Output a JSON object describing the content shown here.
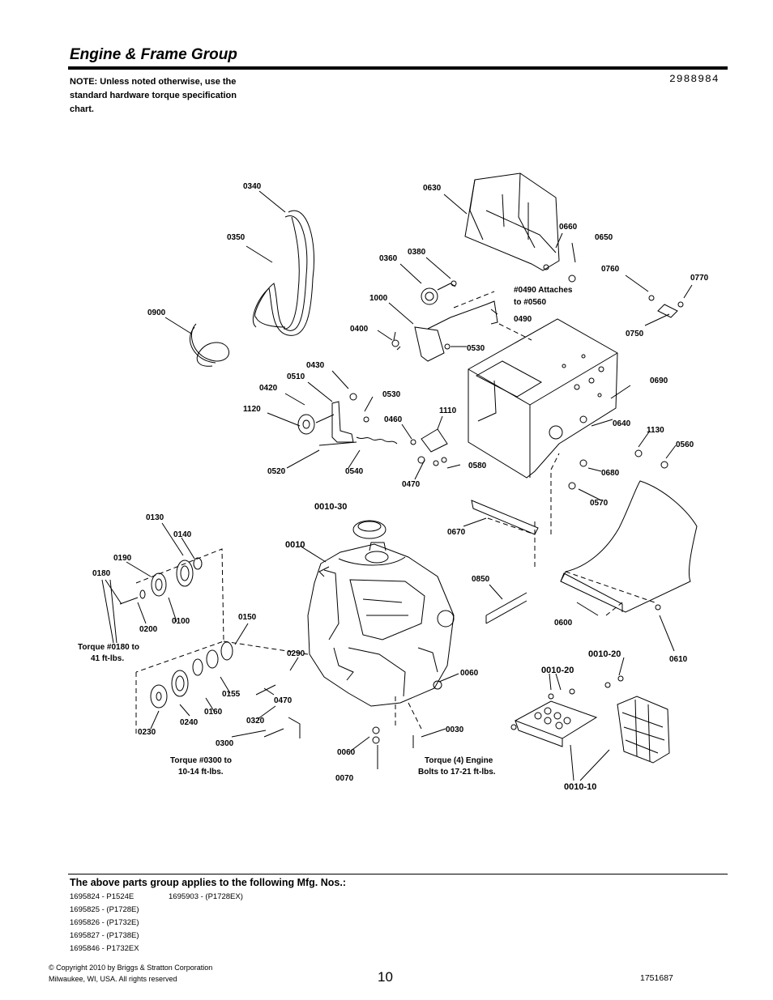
{
  "header": {
    "title": "Engine & Frame Group",
    "note": "NOTE: Unless noted otherwise, use the standard hardware torque specification chart.",
    "drawing_number": "2988984"
  },
  "callouts": {
    "c0340": "0340",
    "c0630": "0630",
    "c0350": "0350",
    "c0660": "0660",
    "c0650": "0650",
    "c0380": "0380",
    "c0360": "0360",
    "c0760": "0760",
    "c0770": "0770",
    "note0490a": "#0490 Attaches",
    "note0490b": "to #0560",
    "c0900": "0900",
    "c1000": "1000",
    "c0490": "0490",
    "c0400": "0400",
    "c0750": "0750",
    "c0530a": "0530",
    "c0430": "0430",
    "c0510": "0510",
    "c0690": "0690",
    "c0420": "0420",
    "c0530b": "0530",
    "c1120": "1120",
    "c1110": "1110",
    "c0460": "0460",
    "c0640": "0640",
    "c1130": "1130",
    "c0560": "0560",
    "c0520": "0520",
    "c0540": "0540",
    "c0580": "0580",
    "c0680": "0680",
    "c0470a": "0470",
    "c0570": "0570",
    "c0010_30": "0010-30",
    "c0130": "0130",
    "c0670": "0670",
    "c0140": "0140",
    "c0010": "0010",
    "c0190": "0190",
    "c0180": "0180",
    "c0850": "0850",
    "c0100": "0100",
    "c0200": "0200",
    "c0150": "0150",
    "c0600": "0600",
    "torque0180a": "Torque #0180 to",
    "torque0180b": "41 ft-lbs.",
    "c0290": "0290",
    "c0010_20a": "0010-20",
    "c0610": "0610",
    "c0010_20b": "0010-20",
    "c0060a": "0060",
    "c0155": "0155",
    "c0470b": "0470",
    "c0160": "0160",
    "c0240": "0240",
    "c0320": "0320",
    "c0230": "0230",
    "c0300": "0300",
    "c0030": "0030",
    "c0060b": "0060",
    "torque0300a": "Torque #0300 to",
    "torque0300b": "10-14 ft-lbs.",
    "torqueEngA": "Torque (4) Engine",
    "torqueEngB": "Bolts to 17-21 ft-lbs.",
    "c0070": "0070",
    "c0010_10": "0010-10"
  },
  "footer": {
    "applies_heading": "The above parts group applies to the following Mfg. Nos.:",
    "mfg_col1": [
      "1695824 - P1524E",
      "1695825 - (P1728E)",
      "1695826 - (P1732E)",
      "1695827 - (P1738E)",
      "1695846 - P1732EX"
    ],
    "mfg_col2": [
      "1695903 - (P1728EX)"
    ],
    "copyright_line1": "© Copyright  2010 by Briggs & Stratton Corporation",
    "copyright_line2": "Milwaukee, WI, USA. All rights reserved",
    "page_number": "10",
    "doc_number": "1751687"
  }
}
